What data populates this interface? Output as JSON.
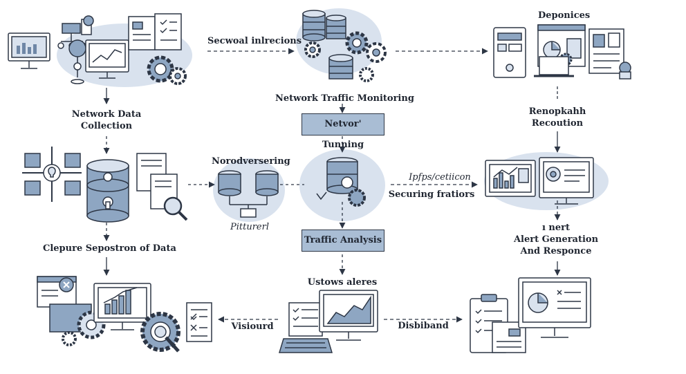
{
  "labels": {
    "secwoal": "Secwoal inlrecions",
    "deponices": "Deponices",
    "network_data_1": "Network Data",
    "network_data_2": "Collection",
    "network_traffic_monitoring": "Network Traffic Monitoring",
    "renopkahh_1": "Renopkahh",
    "renopkahh_2": "Recoution",
    "netvor_tunning": "Netvor' Tunning",
    "norodversering": "Norodversering",
    "ipfps": "Ipfps/cetiicon",
    "securing": "Securing fratiors",
    "pittturerl": "Pitturerl",
    "clepure": "Clepure Sepostron of Data",
    "traffic_analysis": "Traffic Analysis",
    "alert_1": "ı nert",
    "alert_2": "Alert Generation",
    "alert_3": "And Responce",
    "ustows": "Ustows aleres",
    "visiourd": "Visiourd",
    "disbiband": "Disbiband"
  },
  "colors": {
    "blob": "#d9e2ee",
    "accent": "#8ea6c2",
    "line": "#2d3645",
    "box": "#a9bdd4"
  }
}
